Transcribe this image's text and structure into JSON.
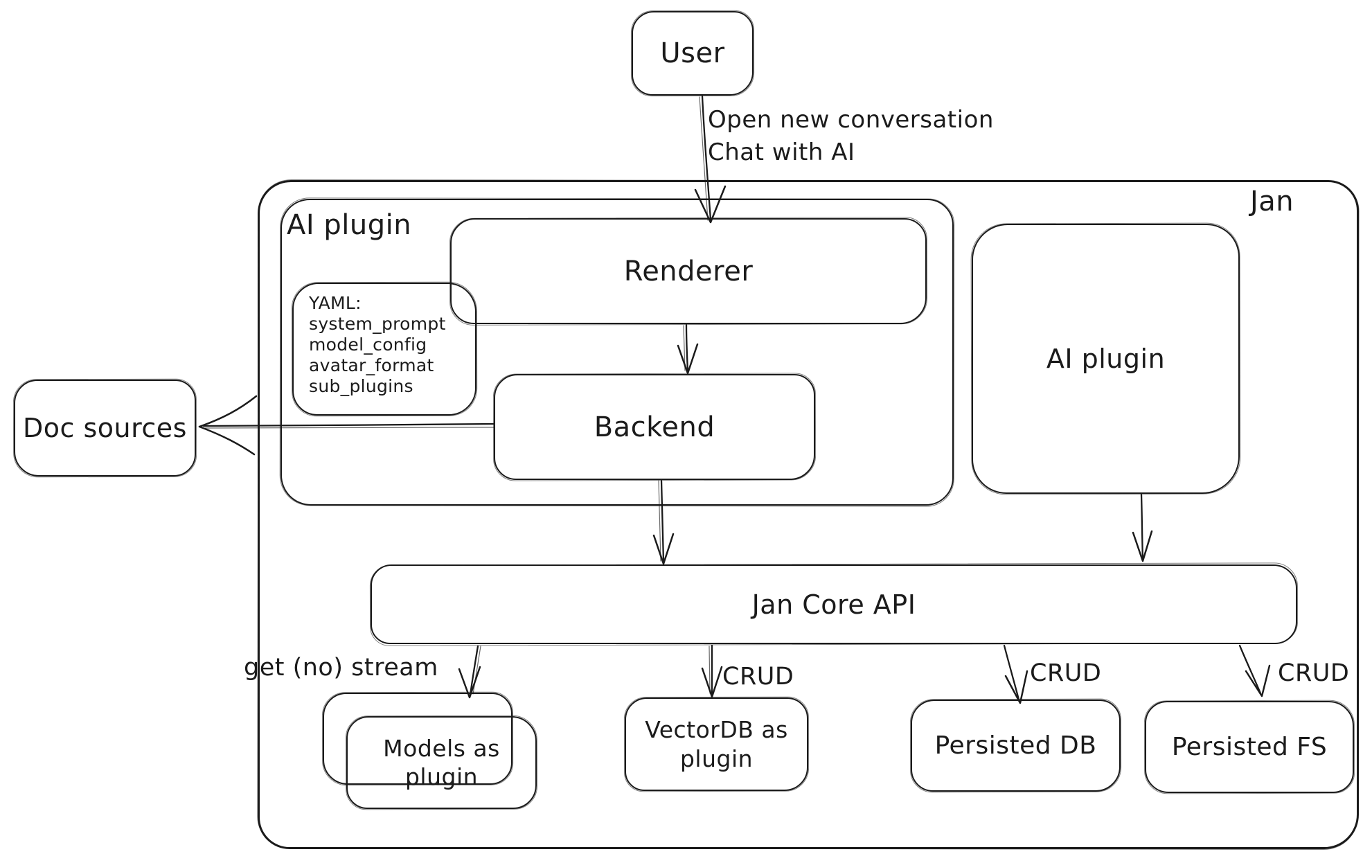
{
  "diagram": {
    "title_region_label": "Jan",
    "colors": {
      "stroke": "#1b1b1b",
      "background": "#ffffff"
    },
    "nodes": {
      "user": {
        "label": "User"
      },
      "jan_container": {
        "label": "Jan"
      },
      "ai_plugin_container": {
        "label": "AI plugin"
      },
      "yaml_note": {
        "lines": [
          "YAML:",
          "system_prompt",
          "model_config",
          "avatar_format",
          "sub_plugins"
        ]
      },
      "renderer": {
        "label": "Renderer"
      },
      "backend": {
        "label": "Backend"
      },
      "ai_plugin_right": {
        "label": "AI plugin"
      },
      "doc_sources": {
        "label": "Doc sources"
      },
      "jan_core_api": {
        "label": "Jan Core API"
      },
      "models_as_plugin": {
        "label": "Models as plugin"
      },
      "vectordb_as_plugin": {
        "label": "VectorDB as plugin"
      },
      "persisted_db": {
        "label": "Persisted DB"
      },
      "persisted_fs": {
        "label": "Persisted FS"
      }
    },
    "edges": {
      "user_to_renderer": {
        "label_line1": "Open new conversation",
        "label_line2": "Chat with AI"
      },
      "backend_to_doc_sources": {
        "label": ""
      },
      "api_to_models": {
        "label": "get (no) stream"
      },
      "api_to_vectordb": {
        "label": "CRUD"
      },
      "api_to_persisted_db": {
        "label": "CRUD"
      },
      "api_to_persisted_fs": {
        "label": "CRUD"
      }
    }
  }
}
